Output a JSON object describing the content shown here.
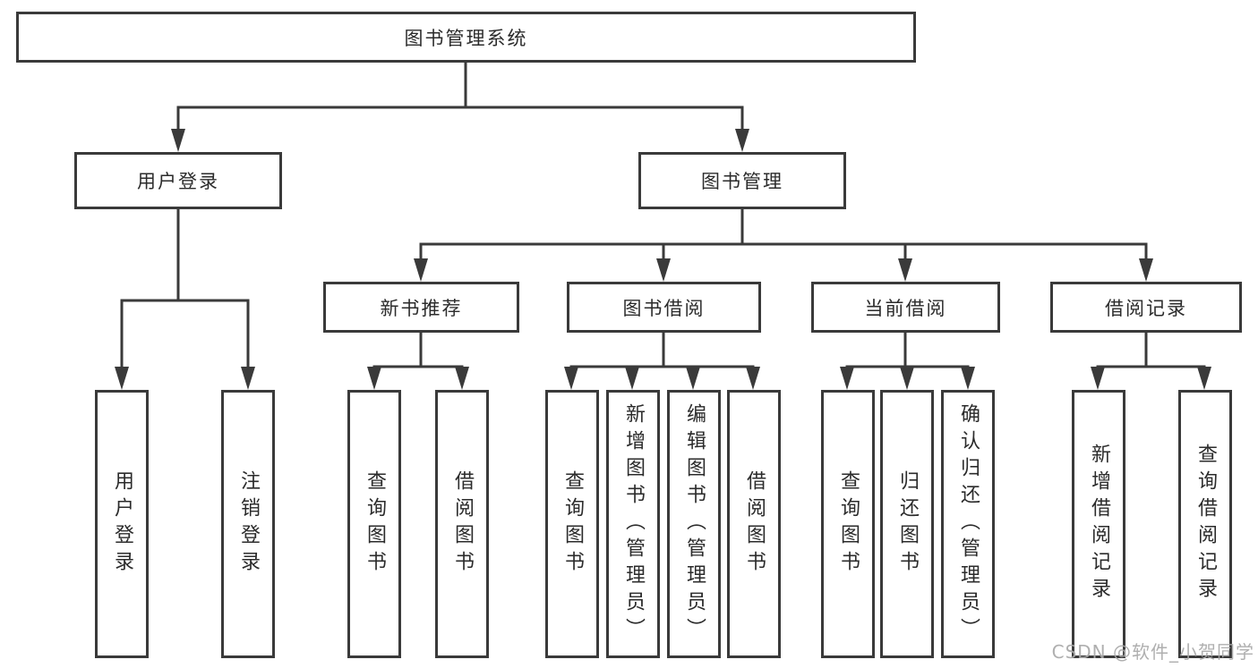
{
  "diagram": {
    "title": "图书管理系统",
    "root": {
      "label": "图书管理系统"
    },
    "level2": {
      "user_login": {
        "label": "用户登录"
      },
      "book_management": {
        "label": "图书管理"
      }
    },
    "level3": {
      "new_book_recommend": {
        "label": "新书推荐"
      },
      "book_borrow": {
        "label": "图书借阅"
      },
      "current_borrow": {
        "label": "当前借阅"
      },
      "borrow_records": {
        "label": "借阅记录"
      }
    },
    "leaves": {
      "user_login": [
        "用户登录",
        "注销登录"
      ],
      "new_book_recommend": [
        "查询图书",
        "借阅图书"
      ],
      "book_borrow": [
        "查询图书",
        "新增图书（管理员）",
        "编辑图书（管理员）",
        "借阅图书"
      ],
      "current_borrow": [
        "查询图书",
        "归还图书",
        "确认归还（管理员）"
      ],
      "borrow_records": [
        "新增借阅记录",
        "查询借阅记录"
      ]
    }
  },
  "watermark": {
    "text": "CSDN @软件_小贺同学"
  },
  "colors": {
    "line": "#3a3a3a",
    "text": "#2b2b2b",
    "box_background": "#ffffff",
    "watermark": "#a8a8a8"
  }
}
